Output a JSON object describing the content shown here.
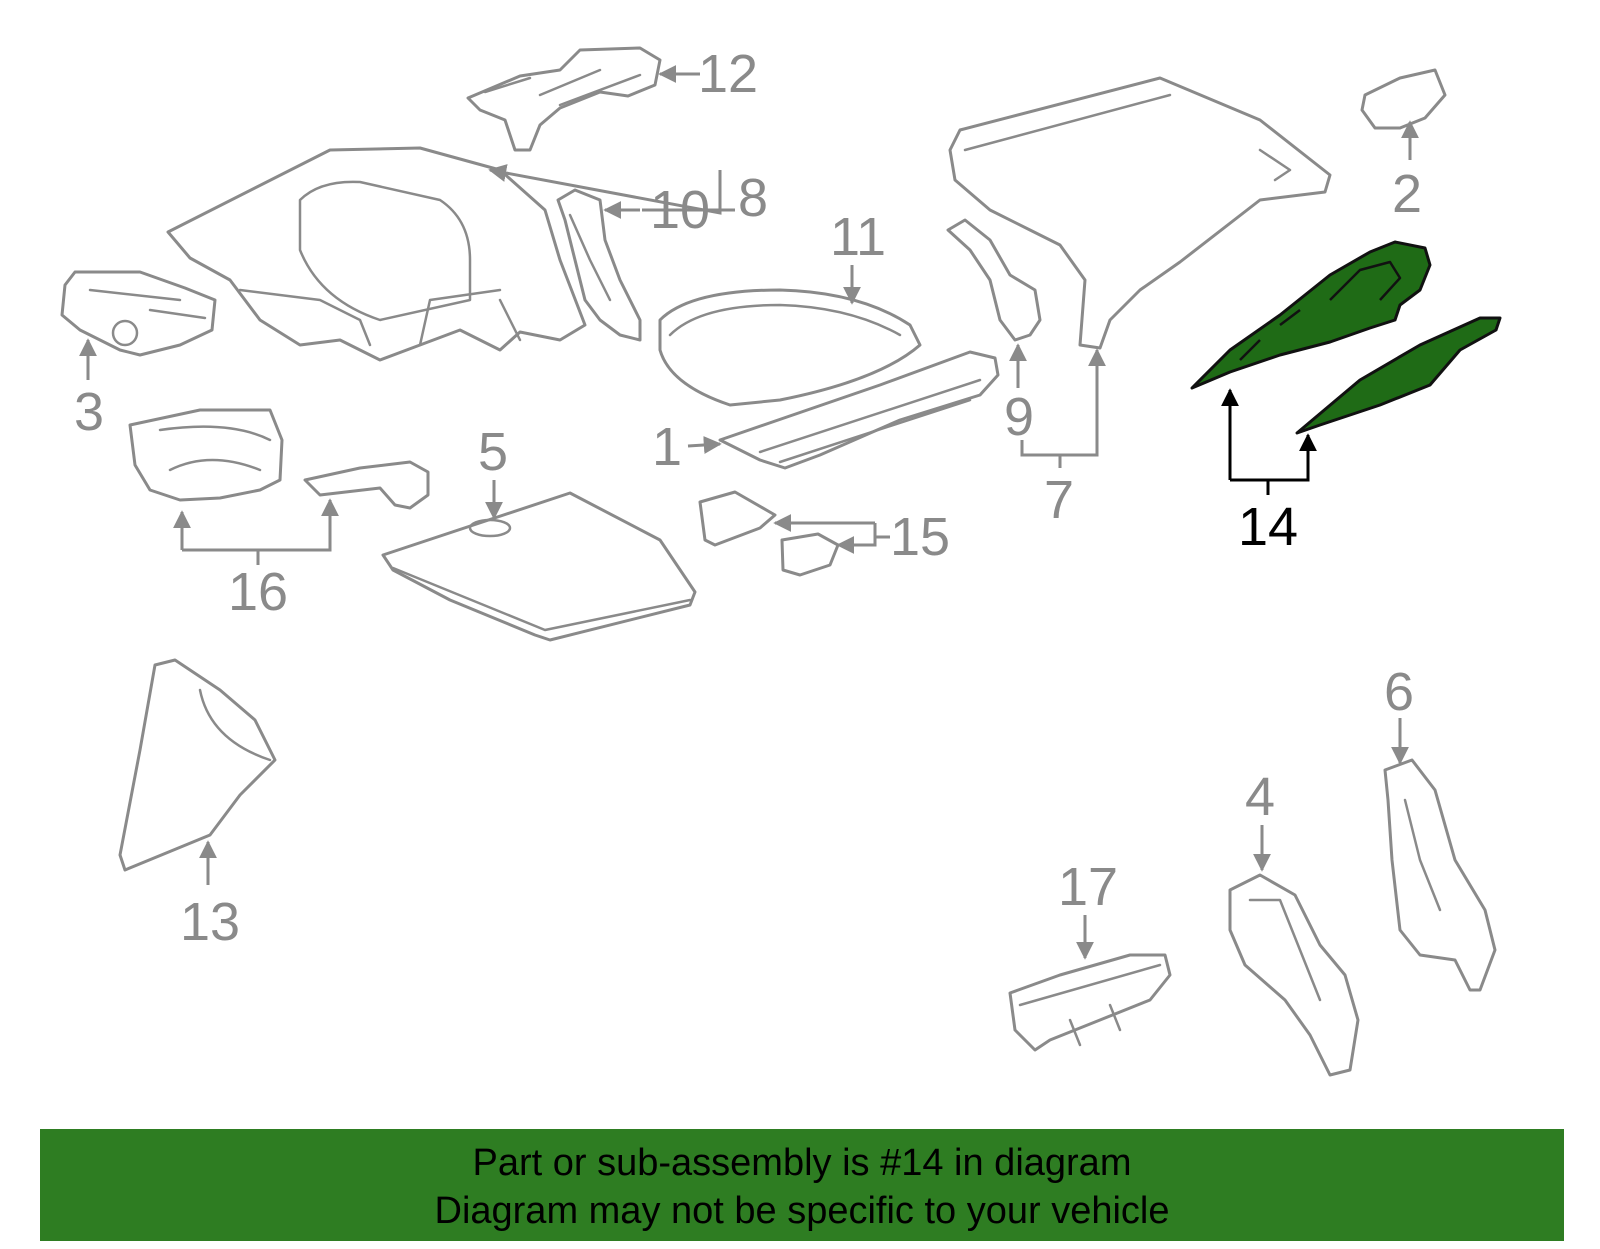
{
  "diagram": {
    "callouts": {
      "c1": "1",
      "c2": "2",
      "c3": "3",
      "c4": "4",
      "c5": "5",
      "c6": "6",
      "c7": "7",
      "c8": "8",
      "c9": "9",
      "c10": "10",
      "c11": "11",
      "c12": "12",
      "c13": "13",
      "c14": "14",
      "c15": "15",
      "c16": "16",
      "c17": "17"
    },
    "highlighted_part": "14",
    "colors": {
      "part_line": "#8a8a8a",
      "highlight_fill": "#1f6b16",
      "banner_background": "#2e7d22"
    }
  },
  "banner": {
    "line1": "Part or sub-assembly is #14 in diagram",
    "line2": "Diagram may not be specific to your vehicle"
  }
}
